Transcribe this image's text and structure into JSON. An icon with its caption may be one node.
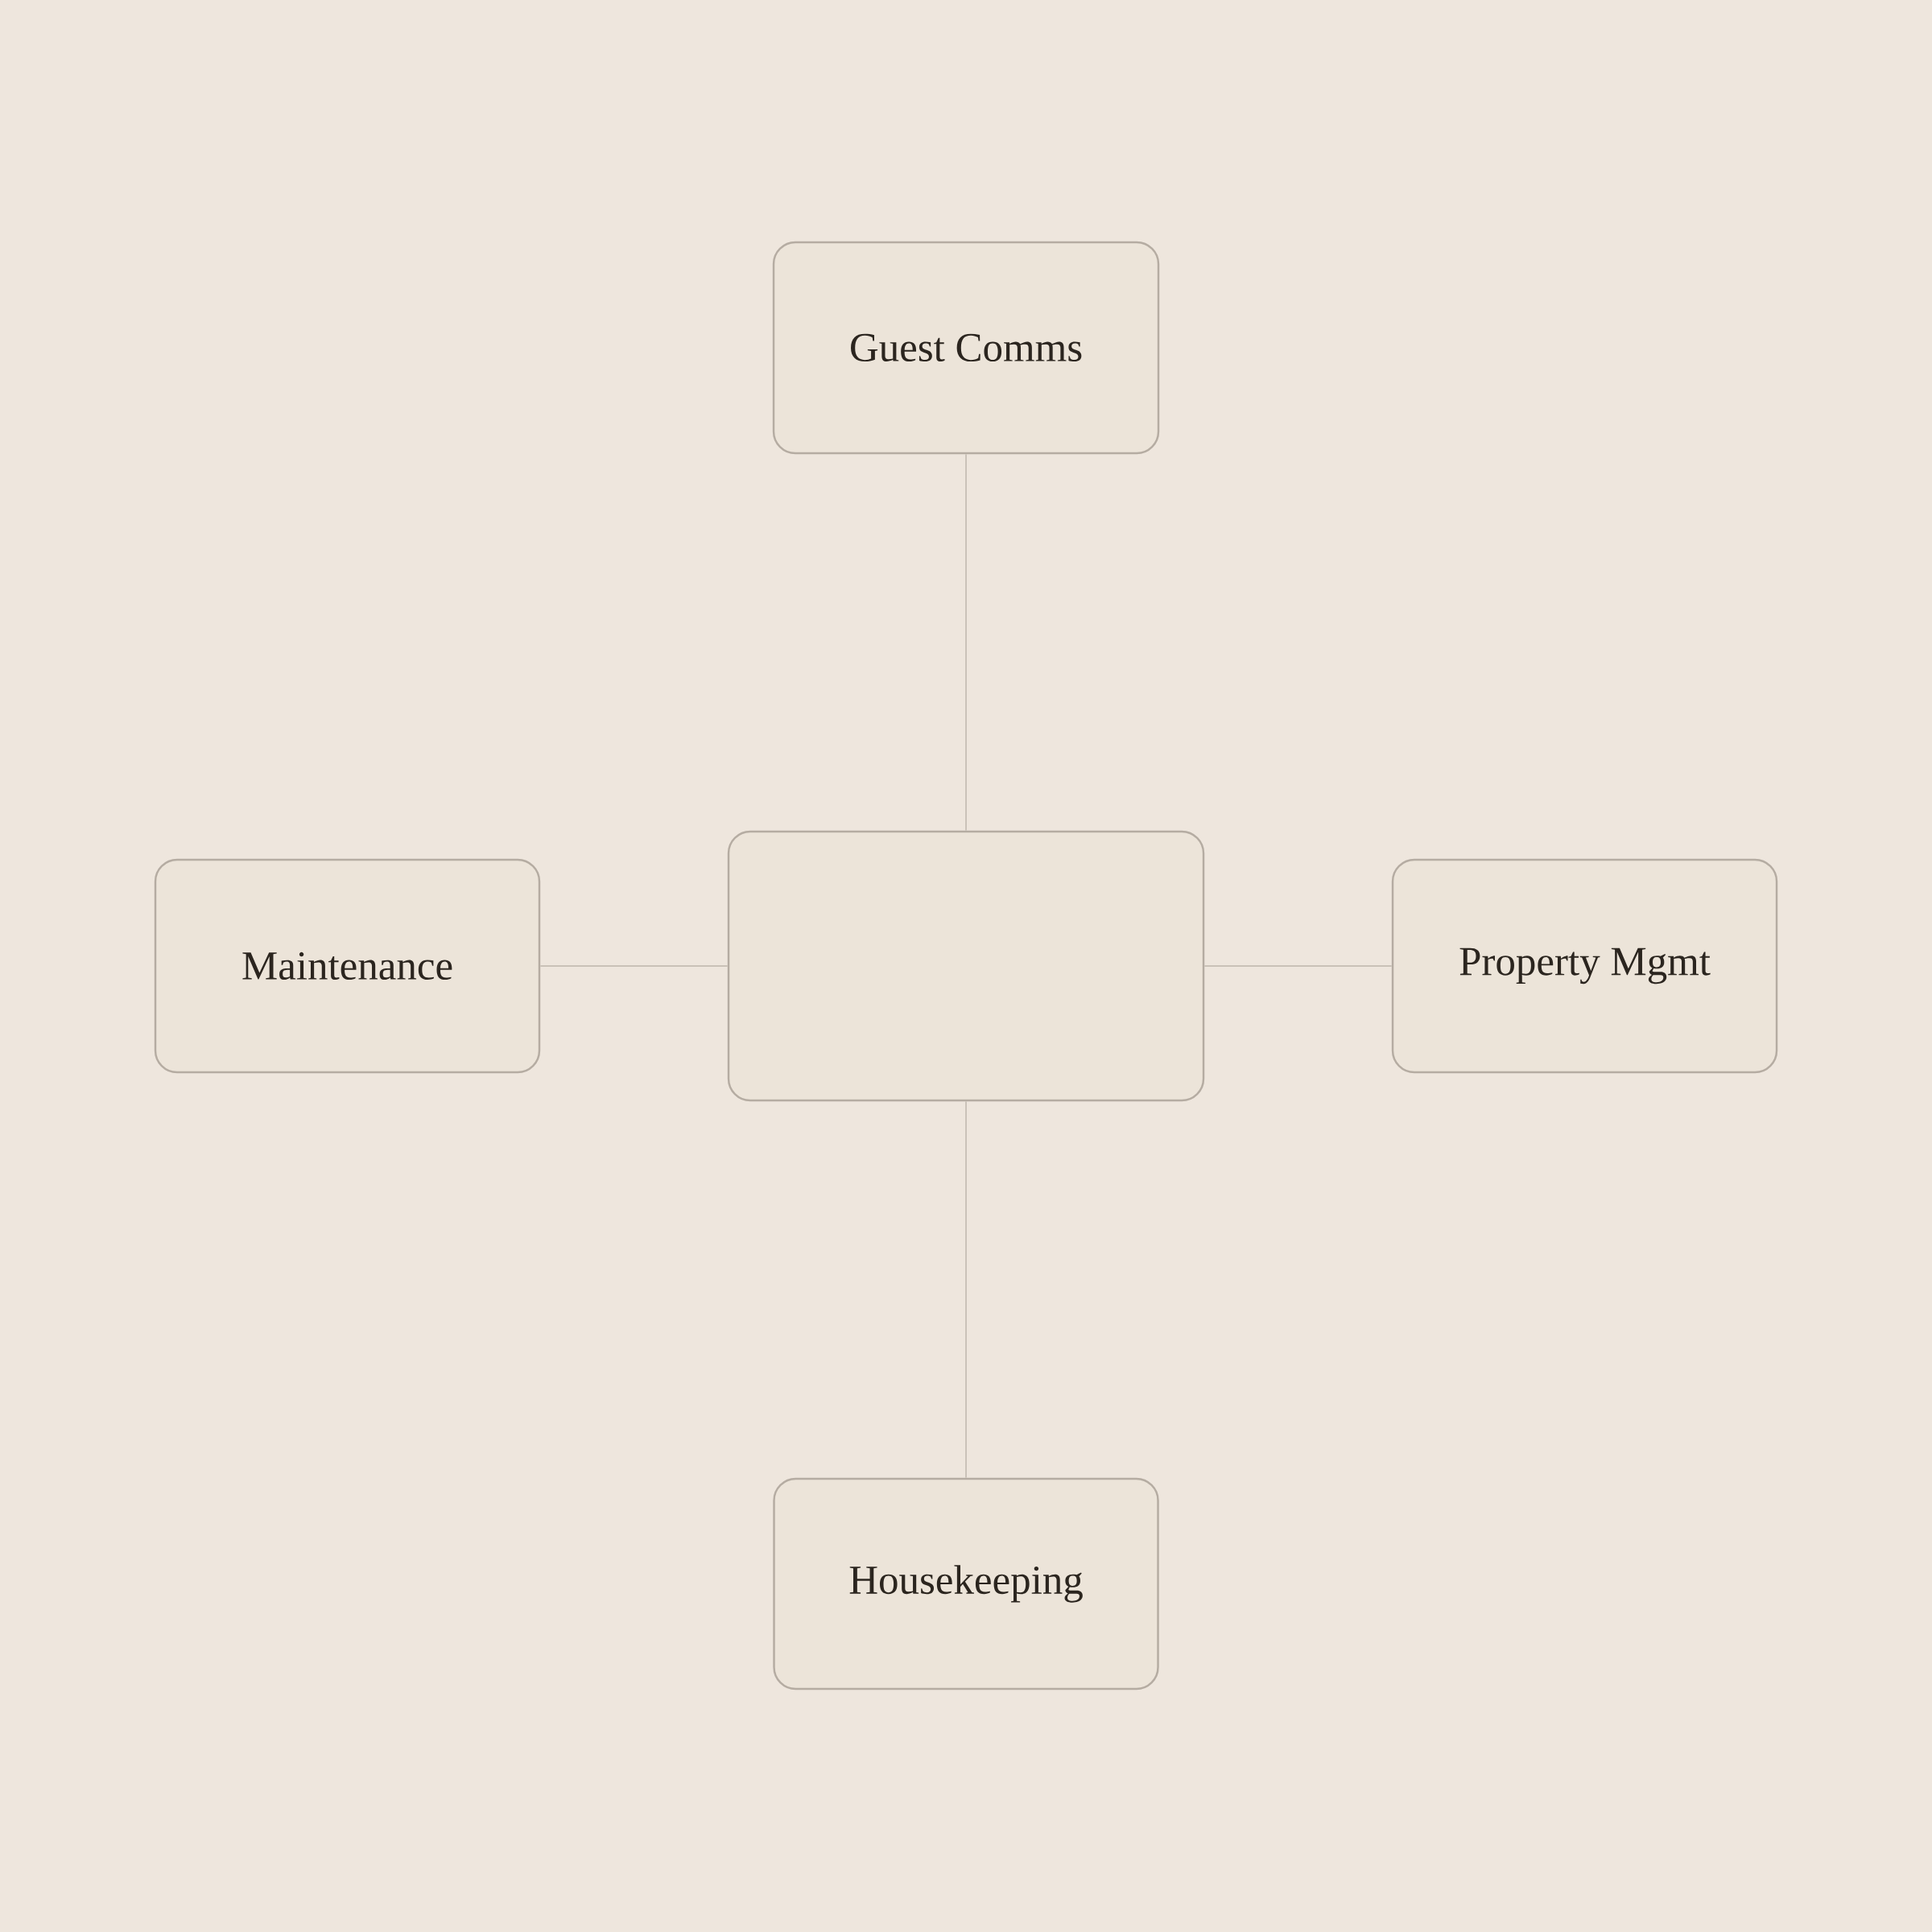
{
  "diagram": {
    "nodes": [
      {
        "text": [
          "Guest Comms"
        ]
      },
      {
        "text": [
          "Maintenance"
        ]
      },
      {
        "text": [],
        "shape": "box"
      },
      {
        "text": [
          "Property Mgmt"
        ]
      },
      {
        "text": [
          "Housekeeping"
        ]
      }
    ],
    "edges": [
      {
        "from": 0,
        "to": 2,
        "arrow": "none"
      },
      {
        "from": 1,
        "to": 2,
        "arrow": "none"
      },
      {
        "from": 2,
        "to": 3,
        "arrow": "none"
      },
      {
        "from": 2,
        "to": 4,
        "arrow": "none"
      }
    ]
  }
}
